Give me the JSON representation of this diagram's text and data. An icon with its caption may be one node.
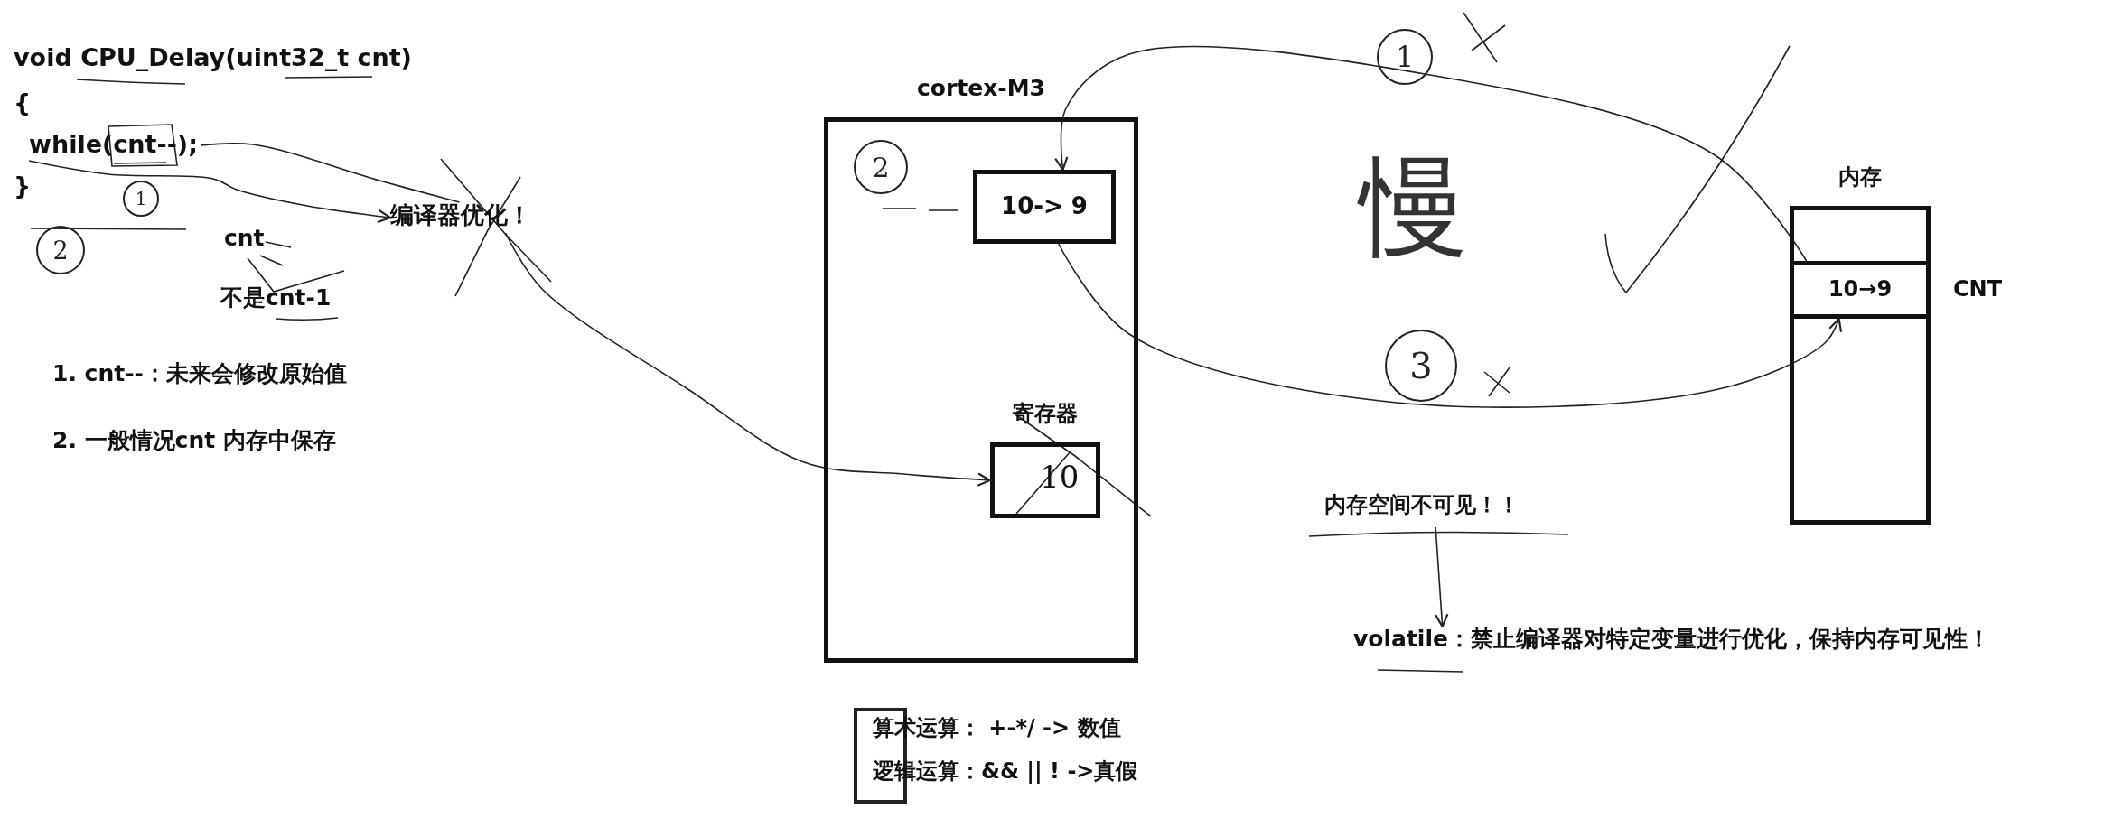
{
  "diagram": {
    "nodes": [
      {
        "text": [
          "while(cnt--);"
        ]
      },
      {
        "text": [
          "编译器优化！"
        ]
      },
      {
        "text": [
          "cortex-M3"
        ]
      },
      {
        "text": [
          "10-> 9"
        ],
        "in": 2
      },
      {
        "text": [
          "寄存器",
          "10"
        ],
        "in": 2
      },
      {
        "text": [
          "内存"
        ]
      },
      {
        "text": [
          "10→9"
        ],
        "beside": [
          "CNT"
        ],
        "in": 5
      },
      {
        "text": [
          "内存空间不可见！！"
        ]
      },
      {
        "text": [
          "volatile：禁止编译器对特定变量进行优化，保持内存可见性！"
        ]
      }
    ],
    "edges": [
      {
        "from": 0,
        "to": 1,
        "arrow": "none"
      },
      {
        "from": 0,
        "to": 1,
        "arrow": "to"
      },
      {
        "from": 1,
        "to": 4,
        "arrow": "to"
      },
      {
        "from": 6,
        "to": 3,
        "arrow": "to"
      },
      {
        "from": 3,
        "to": 6,
        "arrow": "to"
      },
      {
        "from": 7,
        "to": 8,
        "arrow": "to"
      }
    ],
    "labels": [
      "void CPU_Delay(uint32_t cnt)",
      "{",
      "}",
      "1",
      "2",
      "cnt",
      "不是cnt-1",
      "1. cnt--：未来会修改原始值",
      "2. 一般情况cnt 内存中保存",
      "2",
      "1",
      "慢",
      "3",
      "算术运算：  +-*/  -> 数值",
      "逻辑运算：&& || ! ->真假"
    ]
  }
}
